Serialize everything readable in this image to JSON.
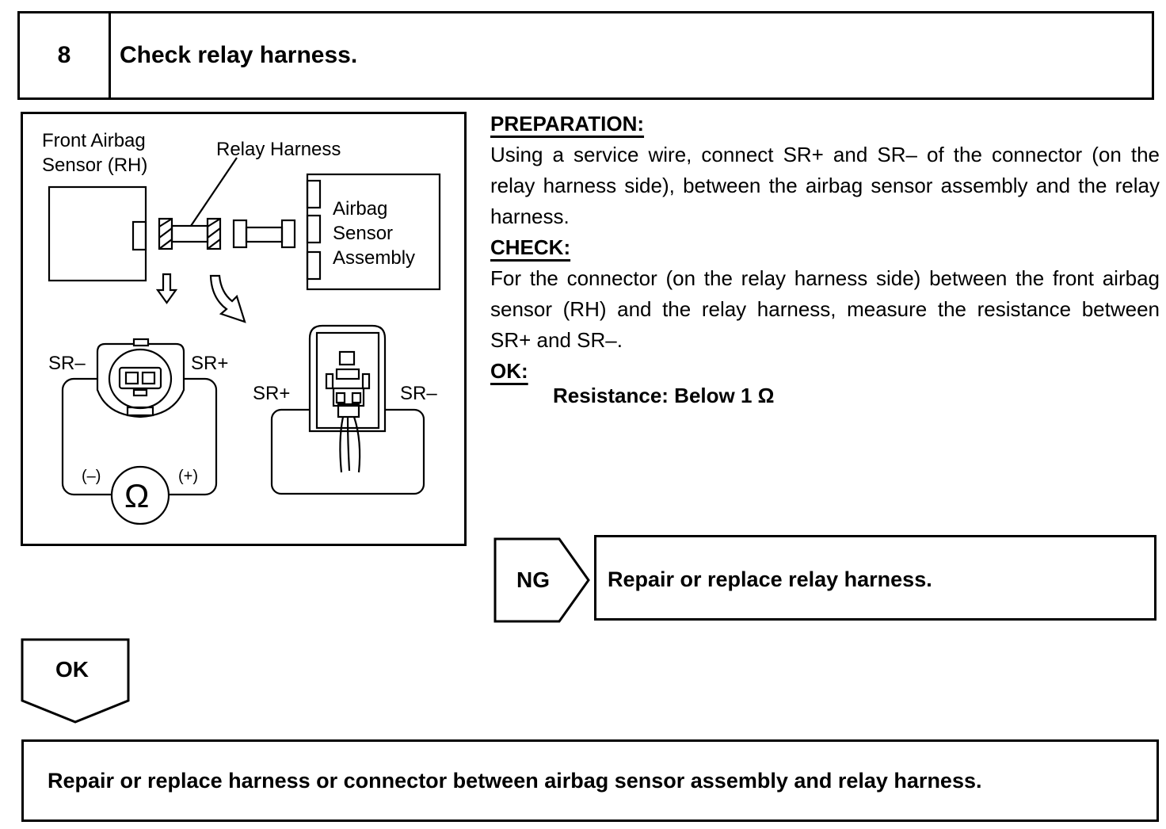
{
  "step": {
    "number": "8",
    "title": "Check relay harness."
  },
  "figure": {
    "front_sensor_label_line1": "Front Airbag",
    "front_sensor_label_line2": "Sensor (RH)",
    "relay_harness_label": "Relay Harness",
    "assembly_label_line1": "Airbag",
    "assembly_label_line2": "Sensor",
    "assembly_label_line3": "Assembly",
    "left_conn_minus": "SR–",
    "left_conn_plus": "SR+",
    "meter_minus": "(–)",
    "meter_plus": "(+)",
    "meter_symbol": "Ω",
    "right_conn_plus": "SR+",
    "right_conn_minus": "SR–"
  },
  "preparation": {
    "heading": "PREPARATION:",
    "text": "Using a service wire, connect SR+ and SR– of the connector (on the relay harness side), between the airbag sensor assembly and the relay harness."
  },
  "check": {
    "heading": "CHECK:",
    "text": "For the connector (on the relay harness side) between the front airbag sensor (RH) and the relay harness, measure the resistance between SR+ and SR–."
  },
  "ok": {
    "heading": "OK:",
    "spec": "Resistance: Below 1 Ω"
  },
  "ng_branch": {
    "label": "NG",
    "action": "Repair or replace relay harness."
  },
  "ok_branch": {
    "label": "OK",
    "action": "Repair or replace harness or connector between airbag sensor assembly and relay harness."
  }
}
